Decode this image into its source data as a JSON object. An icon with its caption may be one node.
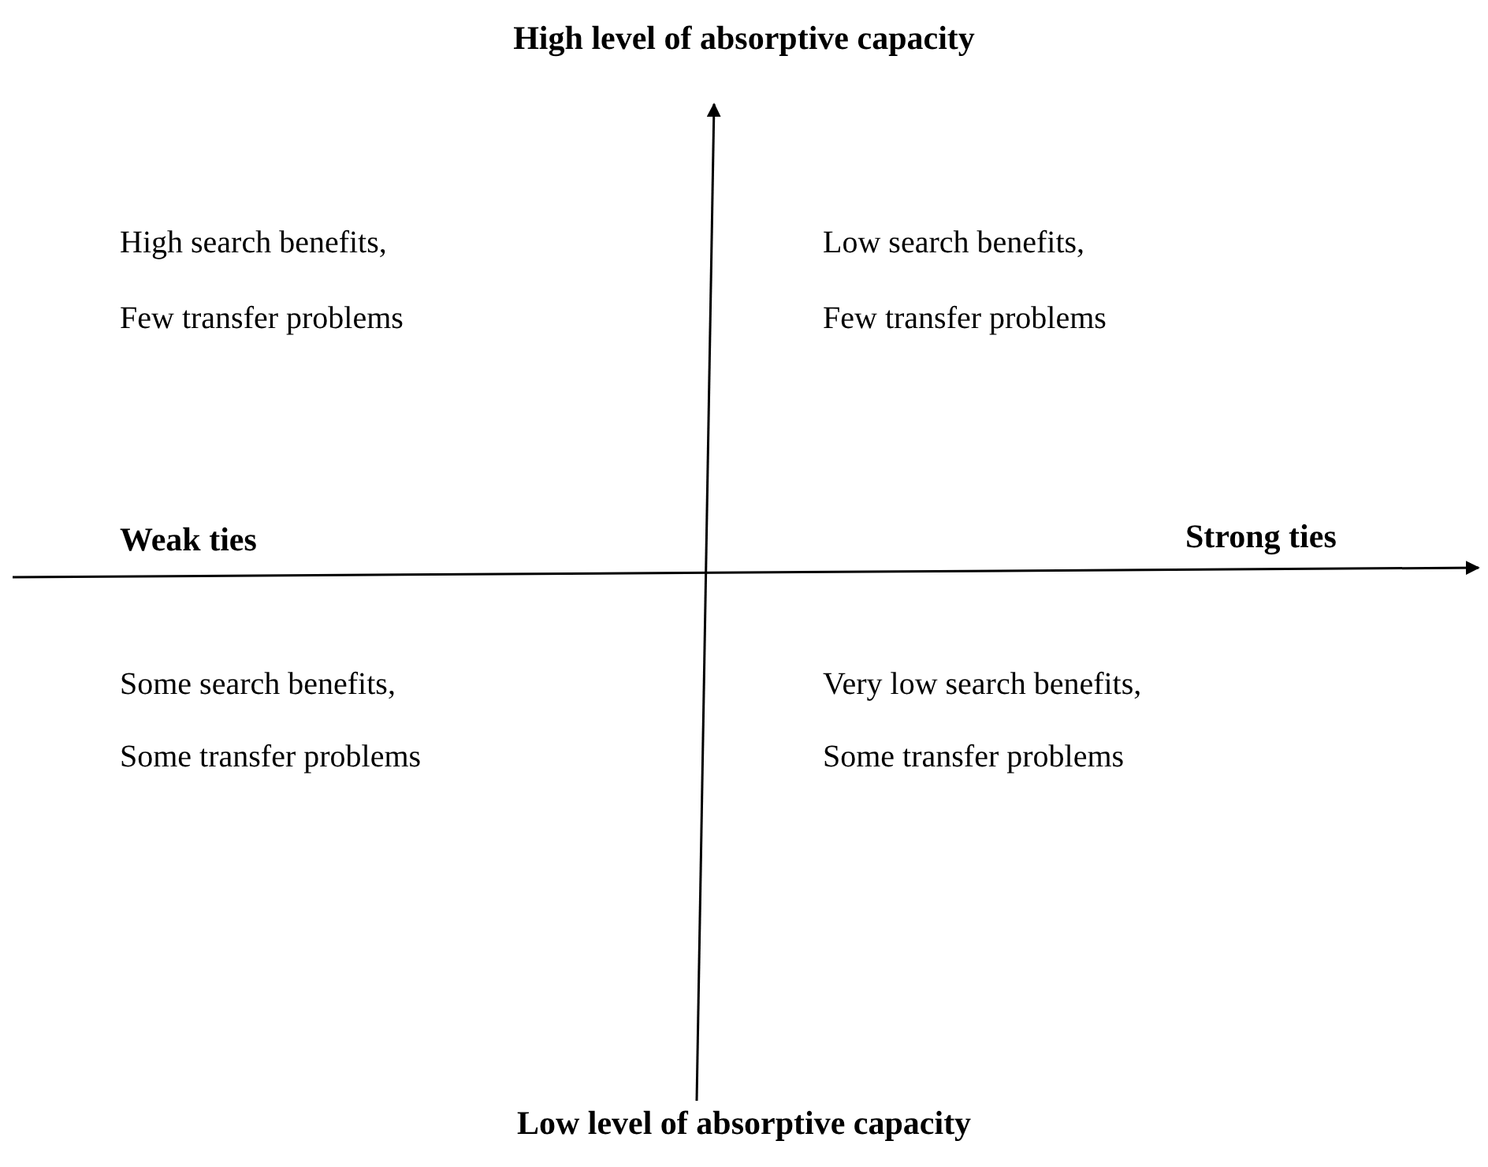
{
  "diagram": {
    "labels": [
      "High level of absorptive capacity",
      "High search benefits,",
      "Low search benefits,",
      "Few transfer problems",
      "Few transfer problems",
      "Weak ties",
      "Strong ties",
      "Some search benefits,",
      "Very low search benefits,",
      "Some transfer problems",
      "Some transfer problems",
      "Low level of absorptive capacity"
    ]
  }
}
